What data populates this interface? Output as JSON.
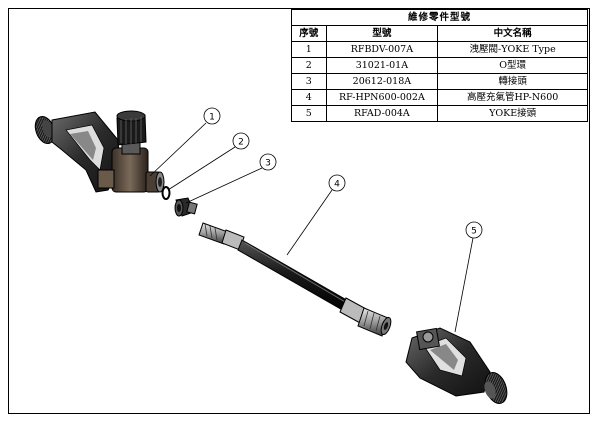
{
  "table": {
    "title": "維修零件型號",
    "headers": [
      "序號",
      "型號",
      "中文名稱"
    ],
    "rows": [
      {
        "no": "1",
        "model": "RFBDV-007A",
        "name": "洩壓閥-YOKE Type"
      },
      {
        "no": "2",
        "model": "31021-01A",
        "name": "O型環"
      },
      {
        "no": "3",
        "model": "20612-018A",
        "name": "轉接頭"
      },
      {
        "no": "4",
        "model": "RF-HPN600-002A",
        "name": "高壓充氣管HP-N600"
      },
      {
        "no": "5",
        "model": "RFAD-004A",
        "name": "YOKE接頭"
      }
    ]
  },
  "balloons": [
    "1",
    "2",
    "3",
    "4",
    "5"
  ]
}
